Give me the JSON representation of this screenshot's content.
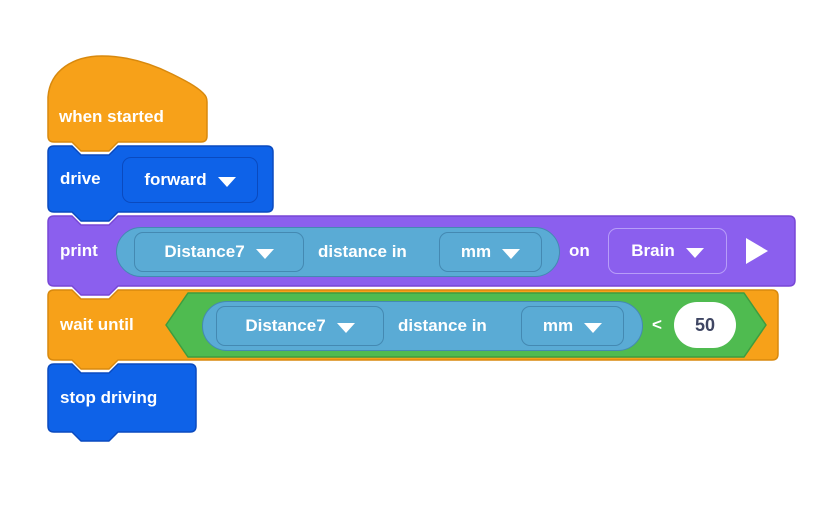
{
  "workspace": {
    "blocks": {
      "when_started": {
        "label": "when started"
      },
      "drive": {
        "label": "drive",
        "direction_dropdown": {
          "value": "forward"
        }
      },
      "print": {
        "label": "print",
        "reporter": {
          "sensor_dropdown": {
            "value": "Distance7"
          },
          "label": "distance in",
          "unit_dropdown": {
            "value": "mm"
          }
        },
        "on_label": "on",
        "device_dropdown": {
          "value": "Brain"
        },
        "expand_icon": "play-triangle"
      },
      "wait_until": {
        "label": "wait until",
        "condition": {
          "reporter": {
            "sensor_dropdown": {
              "value": "Distance7"
            },
            "label": "distance in",
            "unit_dropdown": {
              "value": "mm"
            }
          },
          "operator": "<",
          "value": "50"
        }
      },
      "stop_driving": {
        "label": "stop driving"
      }
    },
    "icons": {
      "dropdown_caret": "caret-down",
      "expand": "play-triangle"
    },
    "colors": {
      "block_orange": "#F7A119",
      "block_orange_border": "#D8890E",
      "block_blue": "#0E62E8",
      "block_blue_border": "#0A4ABF",
      "block_purple": "#8B5FEE",
      "block_purple_border": "#7847D6",
      "dropdown_light_border": "#B79DF8",
      "reporter_cyan": "#5AABD5",
      "reporter_cyan_border": "#4489B2",
      "boolean_green": "#4FBB50",
      "boolean_green_border": "#3E9C3F",
      "value_background": "#FFFFFF",
      "value_text": "#3F4663",
      "label_text": "#FFFFFF"
    }
  }
}
